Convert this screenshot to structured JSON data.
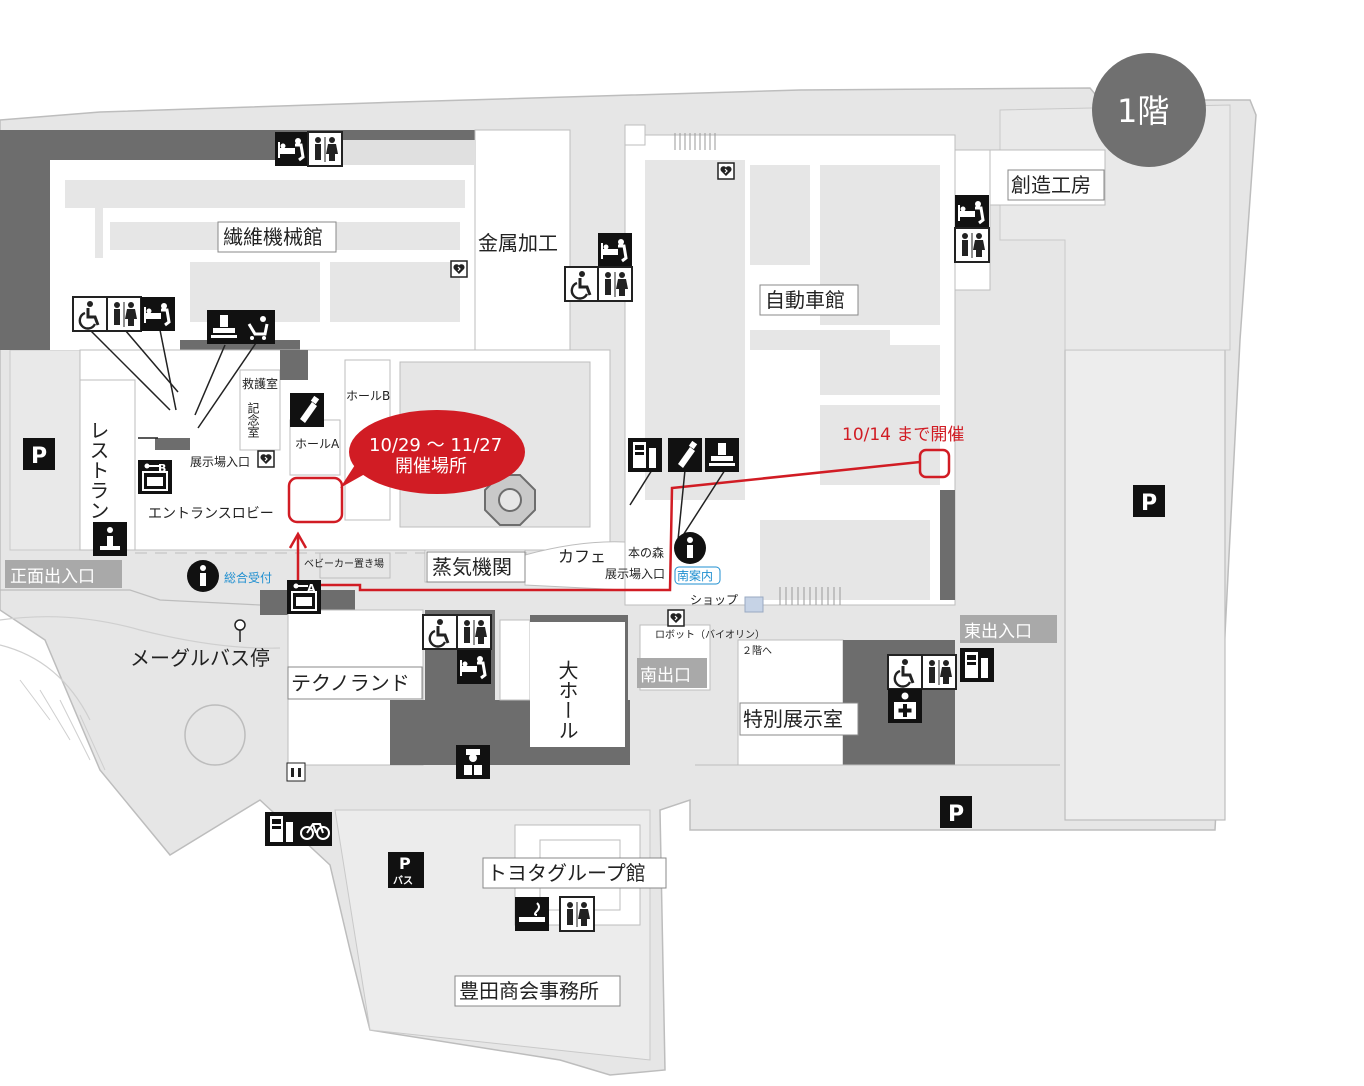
{
  "floor": "1階",
  "buildings": {
    "textile": "繊維機械館",
    "metal": "金属加工",
    "auto": "自動車館",
    "sozo": "創造工房",
    "restaurant": "レストラン",
    "entrance_lobby": "エントランスロビー",
    "steam": "蒸気機関",
    "cafe": "カフェ",
    "techno": "テクノランド",
    "hall_big": "大ホール",
    "special": "特別展示室",
    "group": "トヨタグループ館",
    "office": "豊田商会事務所",
    "bus_stop": "メーグルバス停"
  },
  "small_labels": {
    "kyugo": "救護室",
    "kinen": "記念室",
    "hall_a": "ホールA",
    "hall_b": "ホールB",
    "exhibit_entry": "展示場入口",
    "baby_car": "ベビーカー置き場",
    "honnomori": "本の森",
    "exhibit_entry2": "展示場入口",
    "shop": "ショップ",
    "robot": "ロボット（バイオリン）",
    "stairs2": "２階へ",
    "locker_a": "A",
    "locker_b": "B"
  },
  "info": {
    "reception": "総合受付",
    "south_info": "南案内"
  },
  "exits": {
    "front": "正面出入口",
    "south": "南出口",
    "east": "東出入口"
  },
  "event": {
    "venue_dates": "10/29 ～ 11/27",
    "venue_label": "開催場所",
    "until": "10/14 まで開催"
  },
  "parking": {
    "p": "P",
    "bus": "バス"
  },
  "colors": {
    "ground": "#e6e6e6",
    "outline": "#bdbdbd",
    "dark": "#6d6d6d",
    "exit_label": "#a9a9a9",
    "accent_red": "#d11c24",
    "info_blue": "#1f8fd0",
    "floor_badge": "#707070"
  },
  "icons": [
    "wheelchair-icon",
    "restroom-icon",
    "baby-changing-icon",
    "locker-icon",
    "nursing-icon",
    "baby-bottle-icon",
    "aed-icon",
    "info-icon",
    "parking-icon",
    "smoking-icon",
    "vending-icon",
    "bicycle-icon",
    "first-aid-icon",
    "staff-icon",
    "bus-stop-icon"
  ]
}
